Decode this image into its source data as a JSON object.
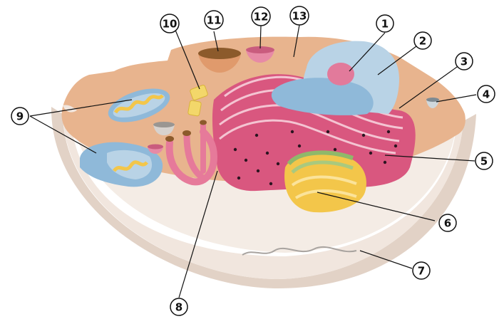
{
  "colors": {
    "cytoplasm": "#e8b48e",
    "membrane_outer": "#f1e6de",
    "membrane_inner": "#e2d2c6",
    "nucleus": "#b9d3e6",
    "nucleolus": "#e27a9b",
    "er": "#d9577f",
    "golgi": "#f3c64a",
    "golgi_green": "#8fb86a",
    "mito": "#8fb9d9",
    "lysosome_brown": "#8c5a2b",
    "vesicle_pink": "#e78aa6"
  },
  "callouts": [
    {
      "id": "1",
      "label": "1"
    },
    {
      "id": "2",
      "label": "2"
    },
    {
      "id": "3",
      "label": "3"
    },
    {
      "id": "4",
      "label": "4"
    },
    {
      "id": "5",
      "label": "5"
    },
    {
      "id": "6",
      "label": "6"
    },
    {
      "id": "7",
      "label": "7"
    },
    {
      "id": "8",
      "label": "8"
    },
    {
      "id": "9",
      "label": "9"
    },
    {
      "id": "10",
      "label": "10"
    },
    {
      "id": "11",
      "label": "11"
    },
    {
      "id": "12",
      "label": "12"
    },
    {
      "id": "13",
      "label": "13"
    }
  ]
}
